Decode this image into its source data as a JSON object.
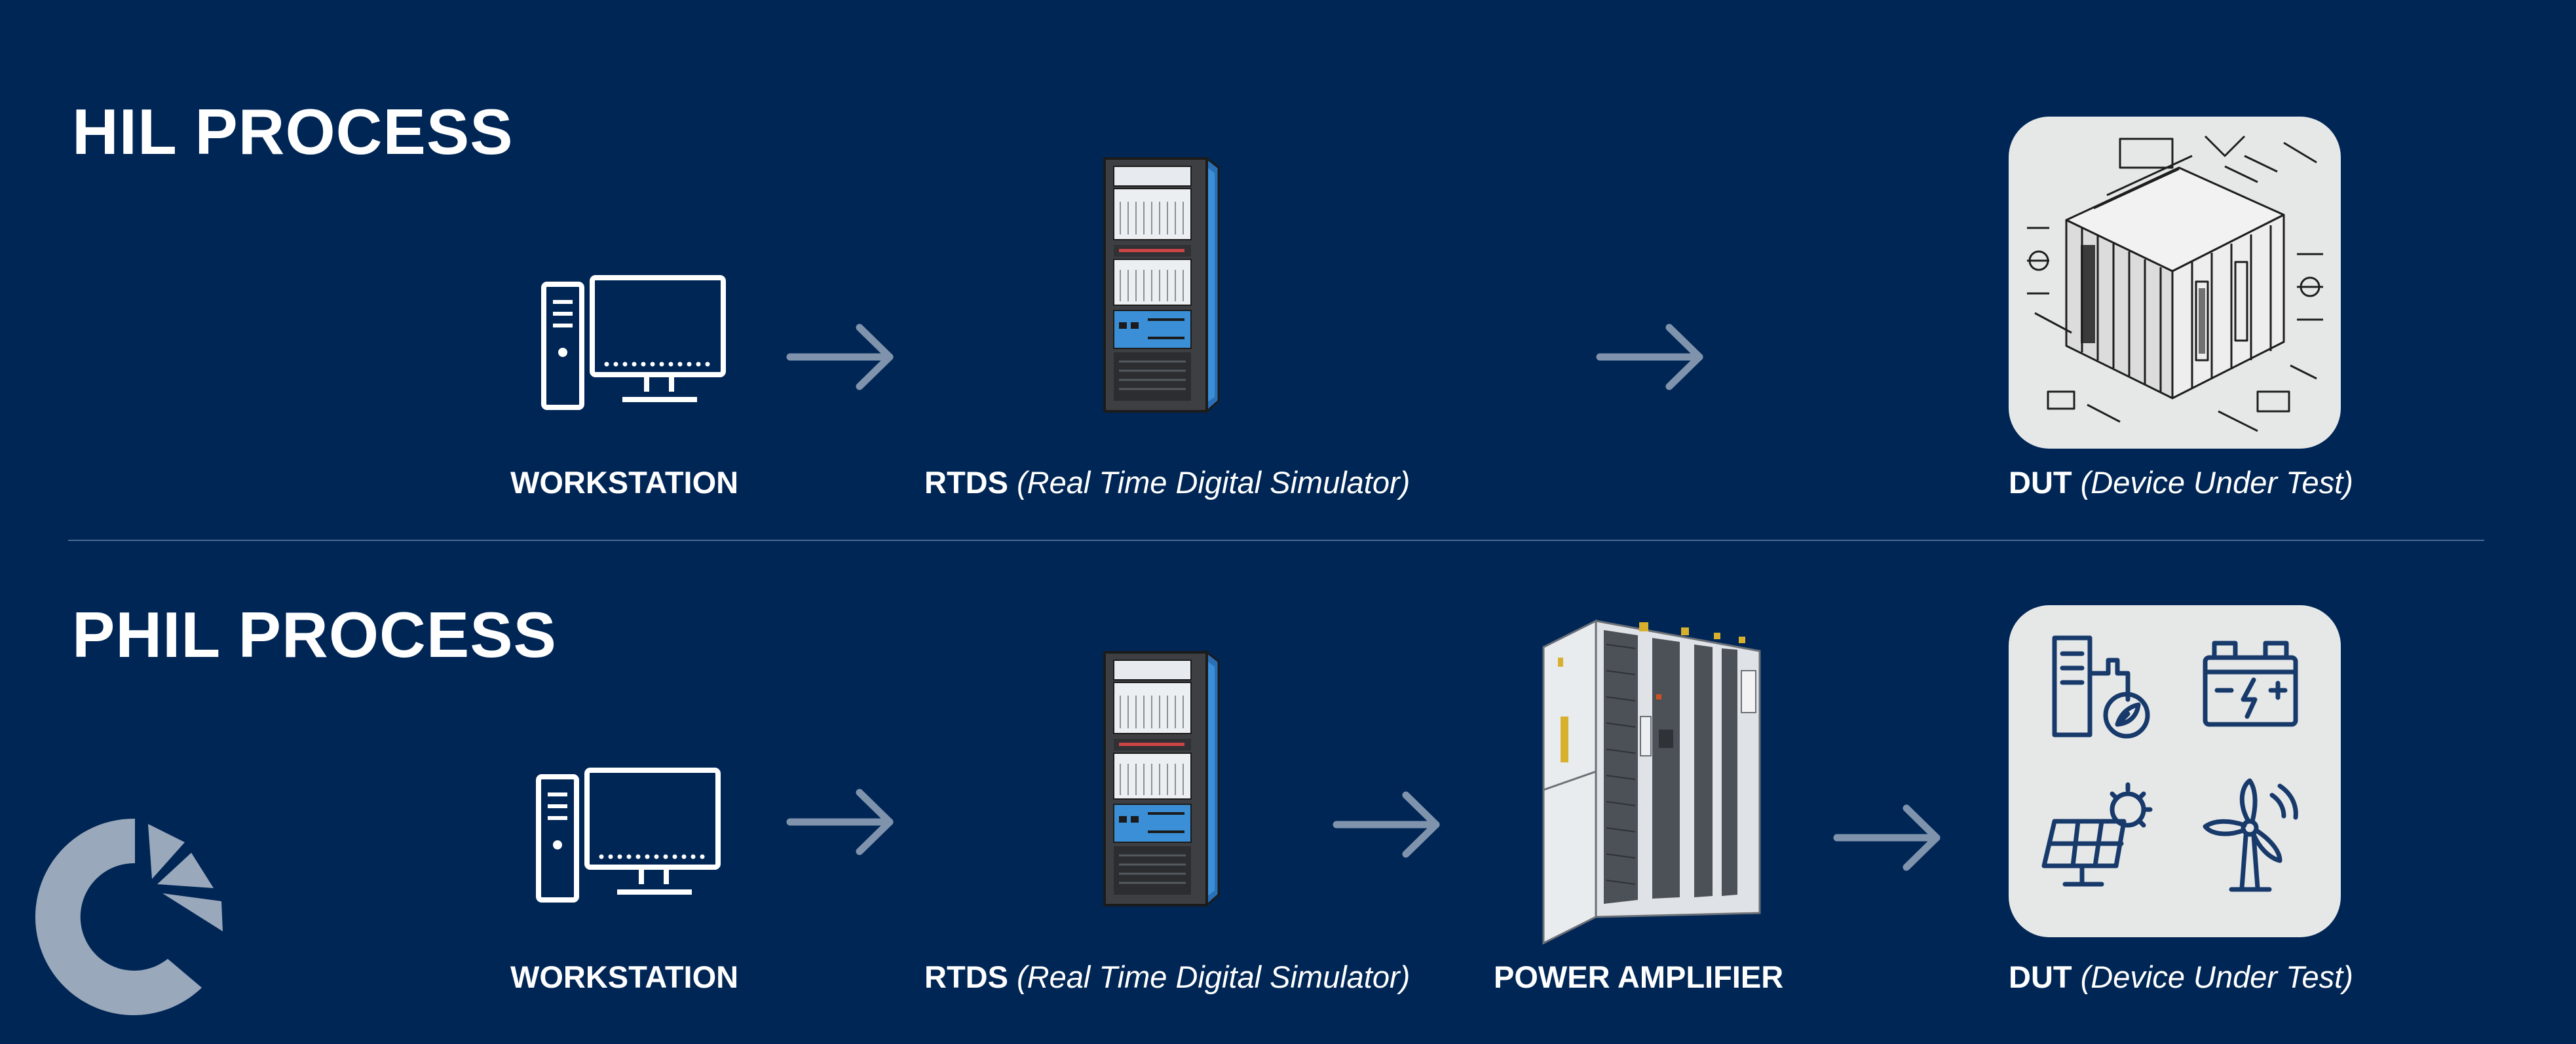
{
  "colors": {
    "background": "#002655",
    "arrow": "#7f93ad",
    "rack_blue": "#3b8fd6",
    "card_bg": "#e6e8e8",
    "logo": "#9aa8bb"
  },
  "hil": {
    "title": "HIL PROCESS",
    "workstation": {
      "label": "WORKSTATION",
      "icon": "desktop-computer-icon"
    },
    "rtds": {
      "label_bold": "RTDS",
      "label_italic": "(Real Time Digital Simulator)",
      "icon": "server-rack-icon"
    },
    "dut": {
      "label_bold": "DUT",
      "label_italic": "(Device Under Test)",
      "icon": "isometric-device-icon"
    }
  },
  "phil": {
    "title": "PHIL PROCESS",
    "workstation": {
      "label": "WORKSTATION",
      "icon": "desktop-computer-icon"
    },
    "rtds": {
      "label_bold": "RTDS",
      "label_italic": "(Real Time Digital Simulator)",
      "icon": "server-rack-icon"
    },
    "amplifier": {
      "label": "POWER AMPLIFIER",
      "icon": "power-cabinet-icon"
    },
    "dut": {
      "label_bold": "DUT",
      "label_italic": "(Device Under Test)",
      "icons": [
        "battery-storage-leaf-icon",
        "car-battery-icon",
        "solar-panel-icon",
        "wind-turbine-icon"
      ]
    }
  },
  "logo": {
    "icon": "company-logo-icon"
  }
}
